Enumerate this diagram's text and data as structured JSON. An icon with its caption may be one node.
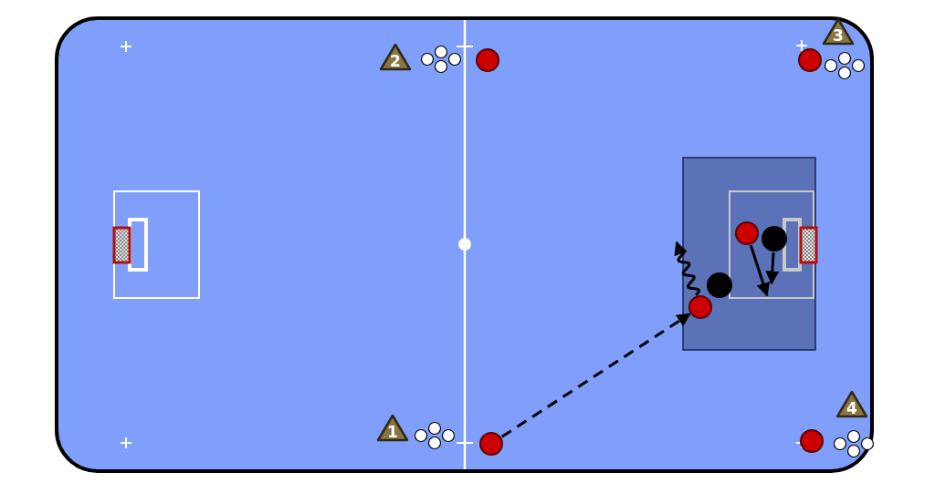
{
  "diagram": {
    "nodes": [
      {
        "text": [
          "2"
        ]
      },
      {
        "text": [],
        "shape": "circle"
      },
      {
        "text": [
          "3"
        ]
      },
      {
        "text": [],
        "shape": "circle"
      },
      {
        "text": [],
        "shape": "circle"
      },
      {
        "text": [],
        "shape": "circle"
      },
      {
        "text": [],
        "shape": "circle"
      },
      {
        "text": [],
        "shape": "circle"
      },
      {
        "text": [
          "4"
        ]
      },
      {
        "text": [
          "1"
        ]
      },
      {
        "text": [],
        "shape": "circle"
      },
      {
        "text": [],
        "shape": "circle"
      }
    ],
    "edges": [
      {
        "from": 10,
        "to": 7,
        "arrow": "to",
        "style": "dashed"
      },
      {
        "from": 7,
        "to": null,
        "arrow": "to"
      },
      {
        "from": 4,
        "to": null,
        "arrow": "to"
      },
      {
        "from": 5,
        "to": null,
        "arrow": "to"
      }
    ]
  }
}
